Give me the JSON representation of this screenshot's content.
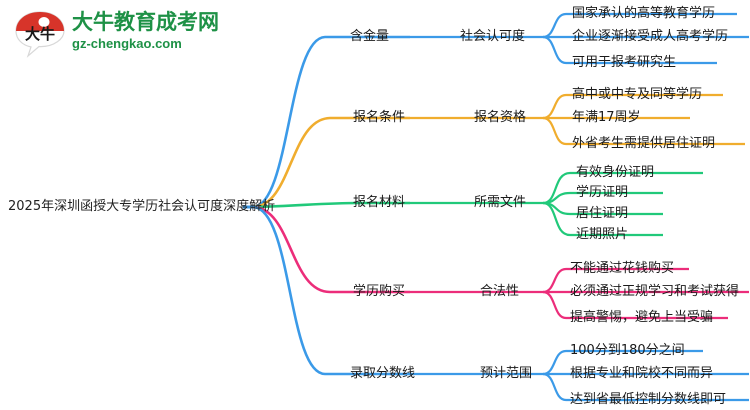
{
  "logo": {
    "mark_label": "大牛",
    "brand_name": "大牛教育成考网",
    "domain": "gz-chengkao.com",
    "brand_color": "#1e9146",
    "mark_color": "#d7342a"
  },
  "mindmap": {
    "root": {
      "label": "2025年深圳函授大专学历社会认可度深度解析"
    },
    "branches": [
      {
        "color": "#3b9ae8",
        "topic": "含金量",
        "subtopic": "社会认可度",
        "leaves": [
          "国家承认的高等教育学历",
          "企业逐渐接受成人高考学历",
          "可用于报考研究生"
        ]
      },
      {
        "color": "#f0ad2e",
        "topic": "报名条件",
        "subtopic": "报名资格",
        "leaves": [
          "高中或中专及同等学历",
          "年满17周岁",
          "外省考生需提供居住证明"
        ]
      },
      {
        "color": "#21c97a",
        "topic": "报名材料",
        "subtopic": "所需文件",
        "leaves": [
          "有效身份证明",
          "学历证明",
          "居住证明",
          "近期照片"
        ]
      },
      {
        "color": "#ec2d7a",
        "topic": "学历购买",
        "subtopic": "合法性",
        "leaves": [
          "不能通过花钱购买",
          "必须通过正规学习和考试获得",
          "提高警惕，避免上当受骗"
        ]
      },
      {
        "color": "#3b9ae8",
        "topic": "录取分数线",
        "subtopic": "预计范围",
        "leaves": [
          "100分到180分之间",
          "根据专业和院校不同而异",
          "达到省最低控制分数线即可"
        ]
      }
    ]
  }
}
